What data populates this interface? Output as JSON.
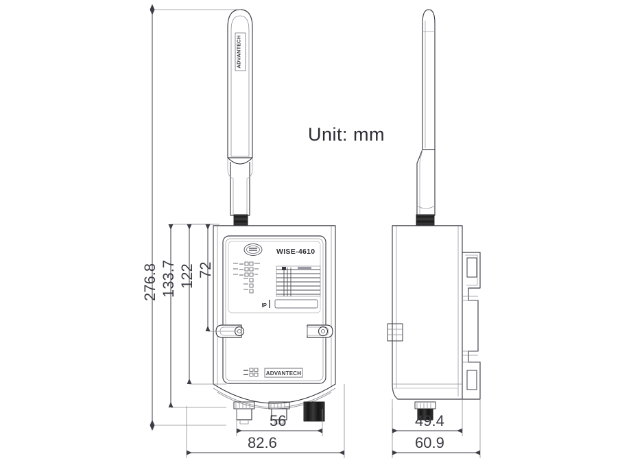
{
  "drawing": {
    "title": "Mechanical dimension drawing",
    "unit_note": "Unit: mm",
    "background_color": "#ffffff",
    "line_color": "#3c3c44",
    "text_color": "#3a3a42"
  },
  "views": {
    "front": {
      "name": "front-view",
      "device_label": "WISE-4610",
      "brand_label": "ADVANTECH",
      "antenna_label": "ADVANTECH",
      "ip_field_label": "IP"
    },
    "side": {
      "name": "side-view"
    }
  },
  "dimensions": {
    "vertical": [
      {
        "id": "overall-height",
        "value": "276.8"
      },
      {
        "id": "body-with-connector-height",
        "value": "133.7"
      },
      {
        "id": "body-height",
        "value": "122"
      },
      {
        "id": "upper-panel-height",
        "value": "72"
      }
    ],
    "horizontal_front": [
      {
        "id": "body-width",
        "value": "56"
      },
      {
        "id": "overall-width-with-ears",
        "value": "82.6"
      }
    ],
    "horizontal_side": [
      {
        "id": "body-depth",
        "value": "49.4"
      },
      {
        "id": "overall-depth-with-bracket",
        "value": "60.9"
      }
    ]
  }
}
